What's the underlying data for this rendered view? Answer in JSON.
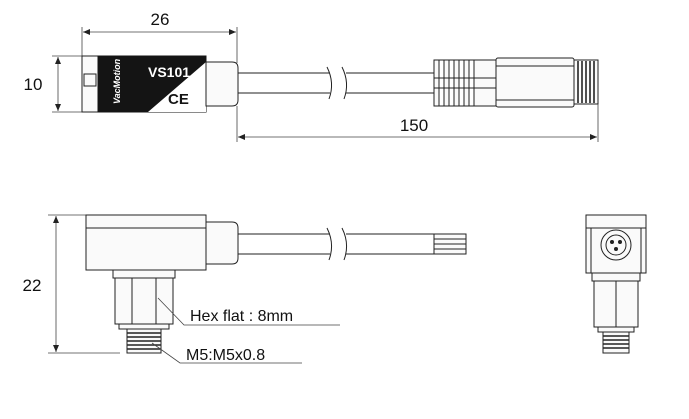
{
  "top_view": {
    "dim_length": "26",
    "dim_height": "10",
    "dim_cable": "150",
    "label_model": "VS101",
    "label_ce": "CE",
    "label_brand": "VacMotion"
  },
  "front_view": {
    "dim_height": "22",
    "callout_hex": "Hex flat : 8mm",
    "callout_thread": "M5:M5x0.8"
  },
  "colors": {
    "line": "#222222",
    "label_bg": "#141414",
    "label_text": "#ffffff"
  }
}
